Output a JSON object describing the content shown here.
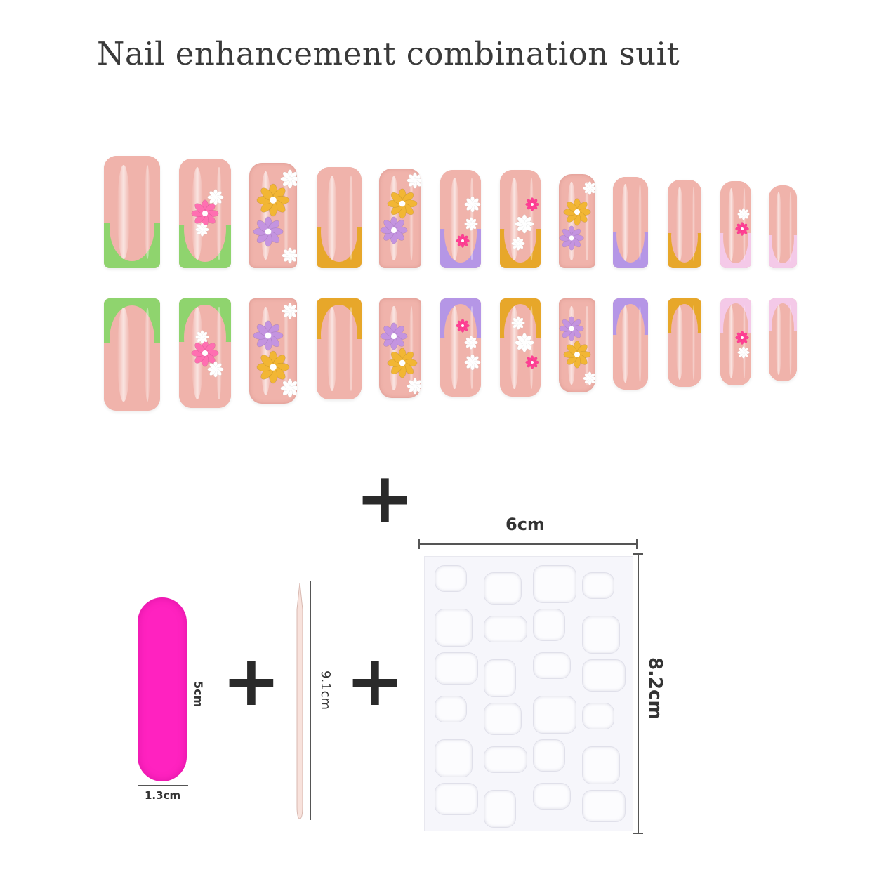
{
  "title": "Nail enhancement combination suit",
  "dimensions": {
    "file_width": "1.3cm",
    "file_length": "5cm",
    "stick_length": "9.1cm",
    "sheet_width": "6cm",
    "sheet_height": "8.2cm"
  },
  "plus_symbol": "+",
  "colors": {
    "base_pink": "#f0b3ab",
    "green_tip": "#8fd46e",
    "yellow_tip": "#e7a72a",
    "purple_tip": "#b596e6",
    "light_pink_tip": "#f4c9e8",
    "file_pink": "#ff22c0"
  },
  "icons": [
    "plus-icon",
    "flower-icon",
    "nail-file-icon",
    "cuticle-stick-icon",
    "adhesive-sheet-icon"
  ]
}
